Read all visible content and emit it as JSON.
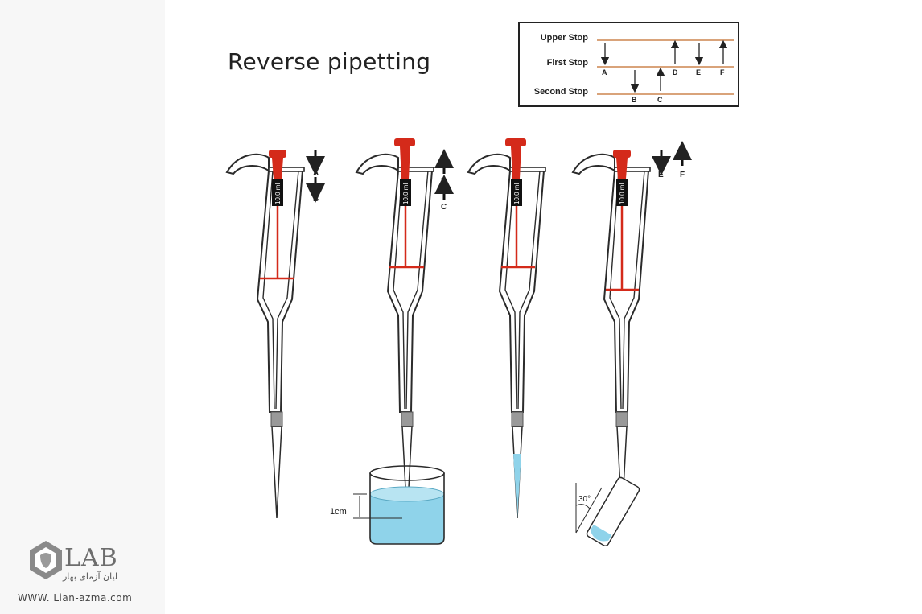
{
  "title": "Reverse pipetting",
  "legend": {
    "upper_stop": "Upper Stop",
    "first_stop": "First Stop",
    "second_stop": "Second Stop",
    "steps": [
      "A",
      "B",
      "C",
      "D",
      "E",
      "F"
    ]
  },
  "pipettes": [
    {
      "volume": "10.0 ml",
      "arrow_top": "A",
      "arrow_bottom": "B"
    },
    {
      "volume": "10.0 ml",
      "arrow_top": "D",
      "arrow_bottom": "C"
    },
    {
      "volume": "10.0 ml"
    },
    {
      "volume": "10.0 ml",
      "arrow_left": "E",
      "arrow_right": "F"
    }
  ],
  "depth_label": "1cm",
  "angle_label": "30°",
  "logo": {
    "text": "LAB",
    "subtitle": "لیان آزمای بهار",
    "website": "WWW. Lian-azma.com"
  },
  "colors": {
    "plunger": "#d42a1a",
    "stop_line": "#d9a37a",
    "liquid": "#8fd3ea",
    "outline": "#2b2b2b"
  }
}
